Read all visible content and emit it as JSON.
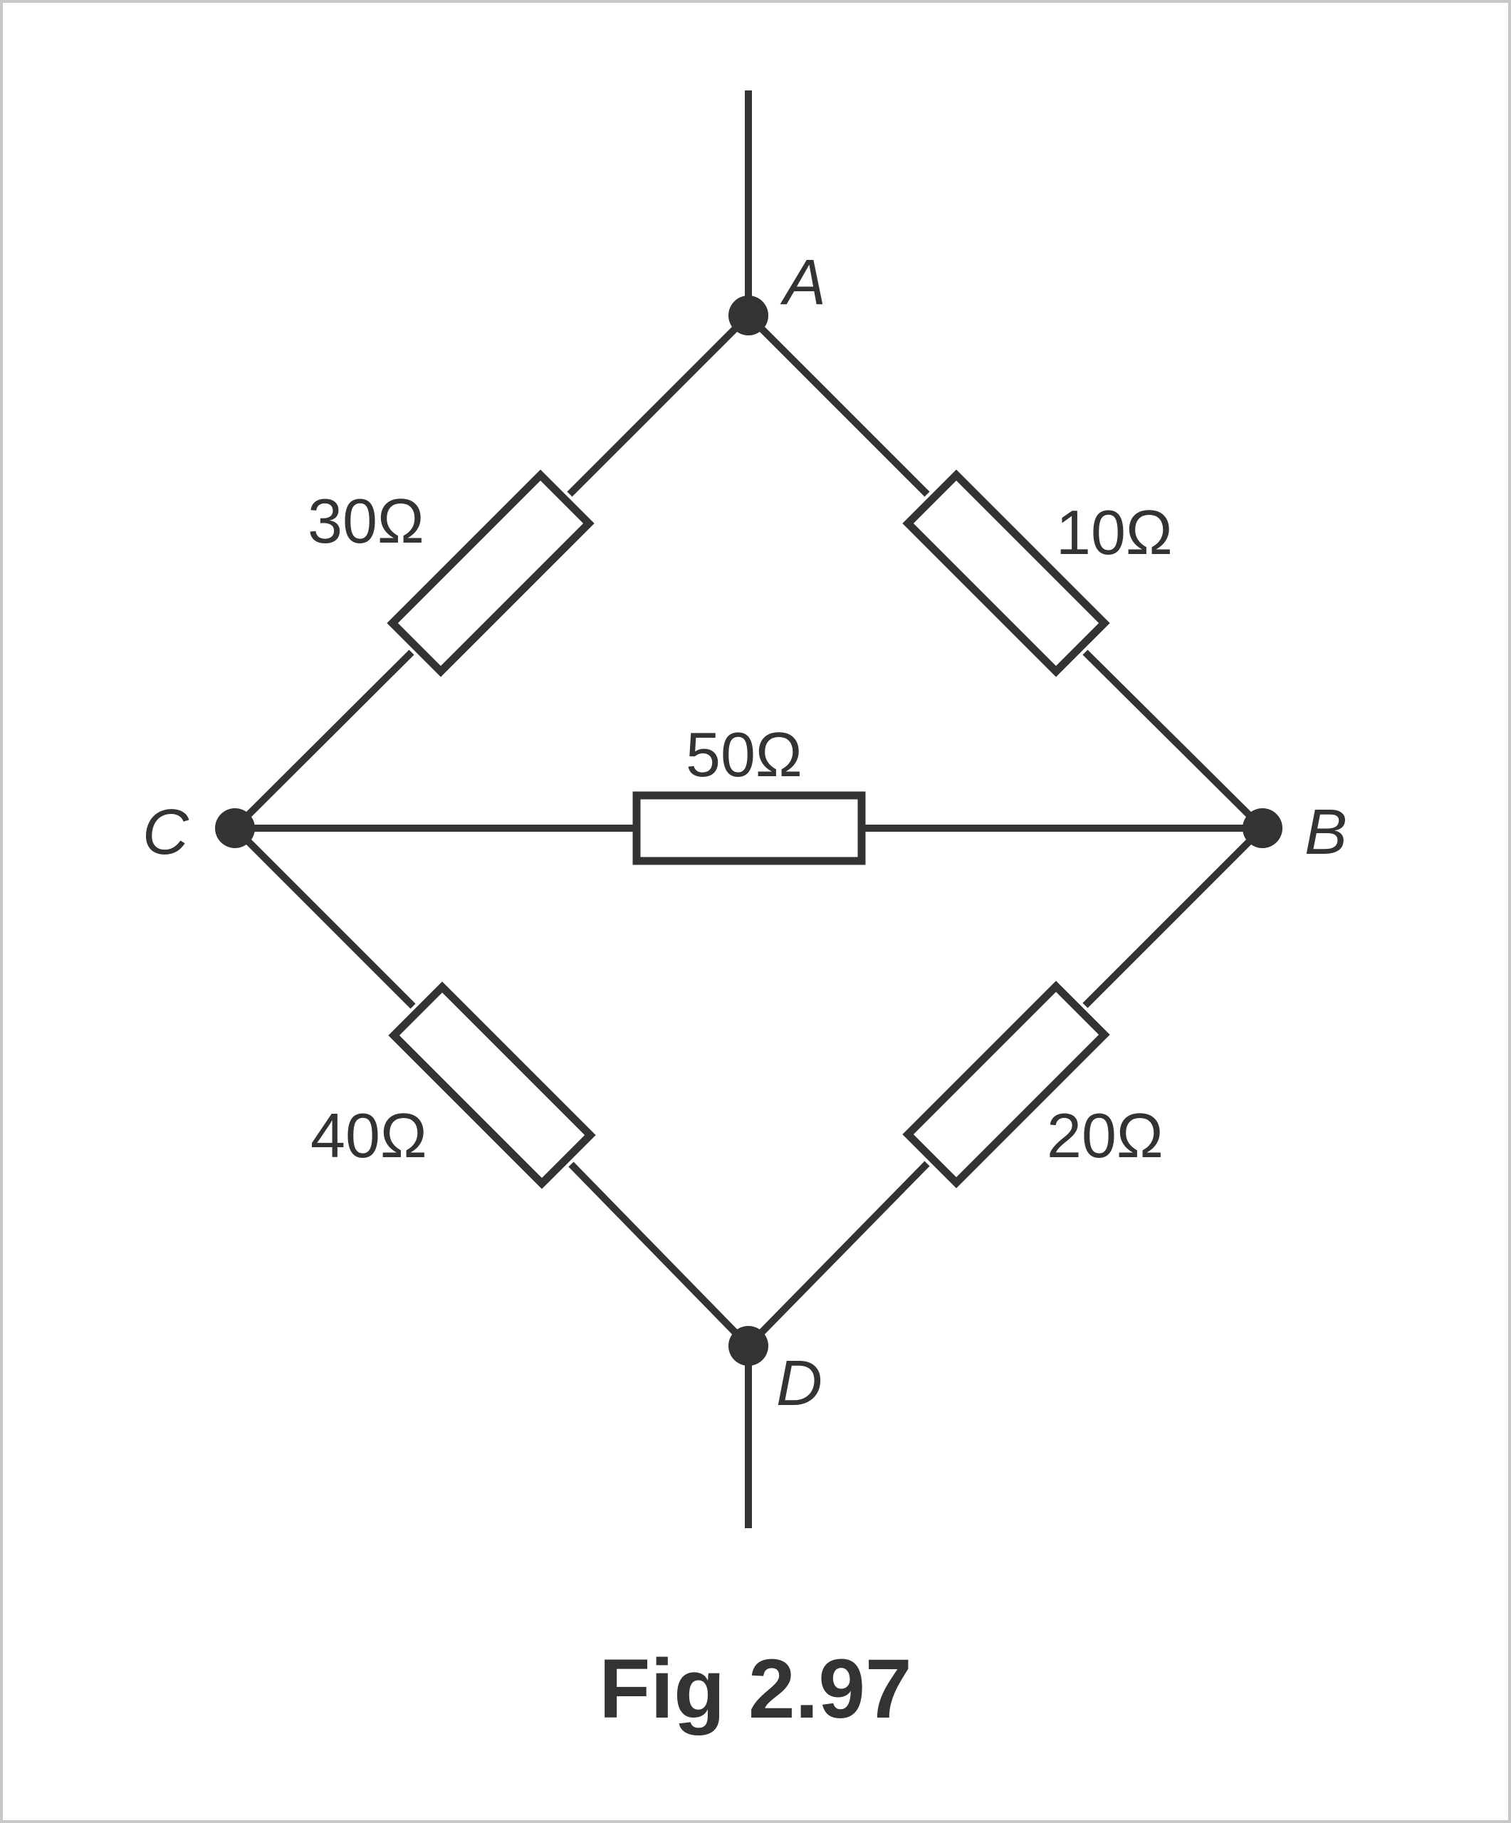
{
  "nodes": {
    "A": {
      "label": "A"
    },
    "B": {
      "label": "B"
    },
    "C": {
      "label": "C"
    },
    "D": {
      "label": "D"
    }
  },
  "resistors": {
    "ac": {
      "value": "30Ω"
    },
    "ab": {
      "value": "10Ω"
    },
    "cb": {
      "value": "50Ω"
    },
    "cd": {
      "value": "40Ω"
    },
    "bd": {
      "value": "20Ω"
    }
  },
  "caption": "Fig 2.97",
  "colors": {
    "ink": "#333333",
    "background": "#ffffff",
    "border": "#c8c8c8"
  }
}
